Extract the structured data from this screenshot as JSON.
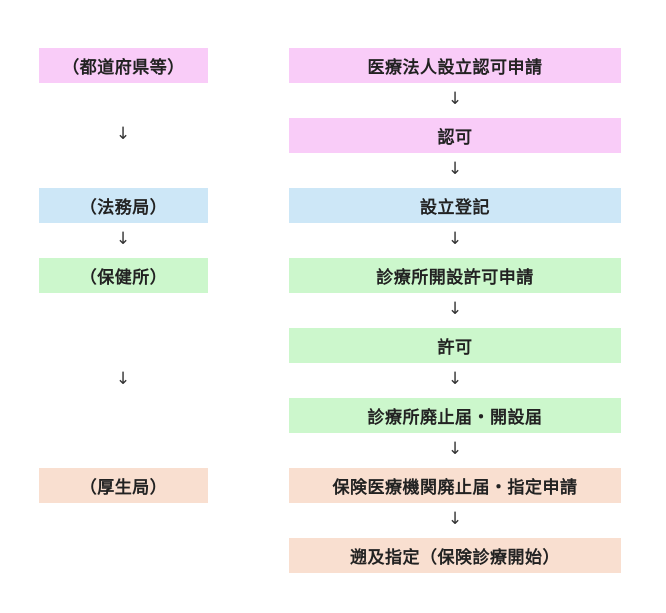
{
  "colors": {
    "pink": "#f9ccf8",
    "blue": "#cde7f7",
    "green": "#ccf7cc",
    "peach": "#f9dfd0"
  },
  "arrow_glyph": "↓",
  "left_column": {
    "prefecture": "（都道府県等）",
    "legal_affairs": "（法務局）",
    "health_center": "（保健所）",
    "welfare_bureau": "（厚生局）"
  },
  "right_column": {
    "step1": "医療法人設立認可申請",
    "step2": "認可",
    "step3": "設立登記",
    "step4": "診療所開設許可申請",
    "step5": "許可",
    "step6": "診療所廃止届・開設届",
    "step7": "保険医療機関廃止届・指定申請",
    "step8": "遡及指定（保険診療開始）"
  }
}
